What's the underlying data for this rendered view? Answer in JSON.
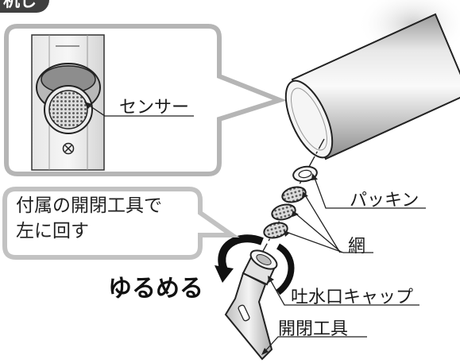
{
  "header": {
    "tab_text": "机し用"
  },
  "callout": {
    "line1": "付属の開閉工具で",
    "line2": "左に回す"
  },
  "labels": {
    "sensor": "センサー",
    "packing": "パッキン",
    "mesh": "網",
    "spout_cap": "吐水口キャップ",
    "loosen": "ゆるめる",
    "tool": "開閉工具"
  },
  "colors": {
    "tab_bg": "#3f3f3f",
    "panel_border": "#b5b5b5",
    "line": "#222222"
  }
}
